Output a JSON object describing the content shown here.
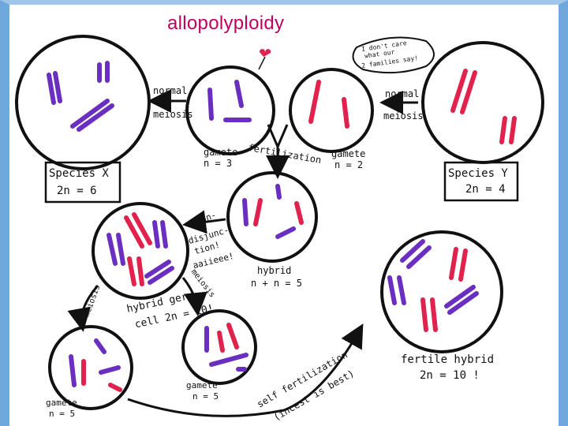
{
  "title": "allopolyploidy",
  "labels": {
    "normal_meiosis_left_1": "normal",
    "normal_meiosis_left_2": "meiosis",
    "normal_meiosis_right_1": "normal",
    "normal_meiosis_right_2": "meiosis",
    "gamete_left_1": "gamete",
    "gamete_left_2": "n = 3",
    "gamete_right_1": "gamete",
    "gamete_right_2": "n = 2",
    "fertilization": "fertilization",
    "species_x_1": "Species X",
    "species_x_2": "2n = 6",
    "species_y_1": "Species Y",
    "species_y_2": "2n = 4",
    "speech_1": "I don't care",
    "speech_2": "what our",
    "speech_3": "2 families say!",
    "nondisjunction_1": "non-",
    "nondisjunction_2": "disjunc-",
    "nondisjunction_3": "tion!",
    "nondisjunction_4": "aaiieee!",
    "meiosis_mid": "meiosis",
    "meiosis_left": "meiosis",
    "hybrid_1": "hybrid",
    "hybrid_2": "n + n = 5",
    "germ_1": "hybrid germ",
    "germ_2": "cell 2n = 10!",
    "gamete_bottom_left_1": "gamete",
    "gamete_bottom_left_2": "n = 5",
    "gamete_bottom_mid_1": "gamete",
    "gamete_bottom_mid_2": "n = 5",
    "selfert_1": "self fertilization",
    "selfert_2": "(incest is best)",
    "fertile_1": "fertile hybrid",
    "fertile_2": "2n = 10 !"
  },
  "colors": {
    "purple": "#6a2fc0",
    "red": "#e0224c",
    "title": "#c00060",
    "frame": "#6fa8dc"
  }
}
